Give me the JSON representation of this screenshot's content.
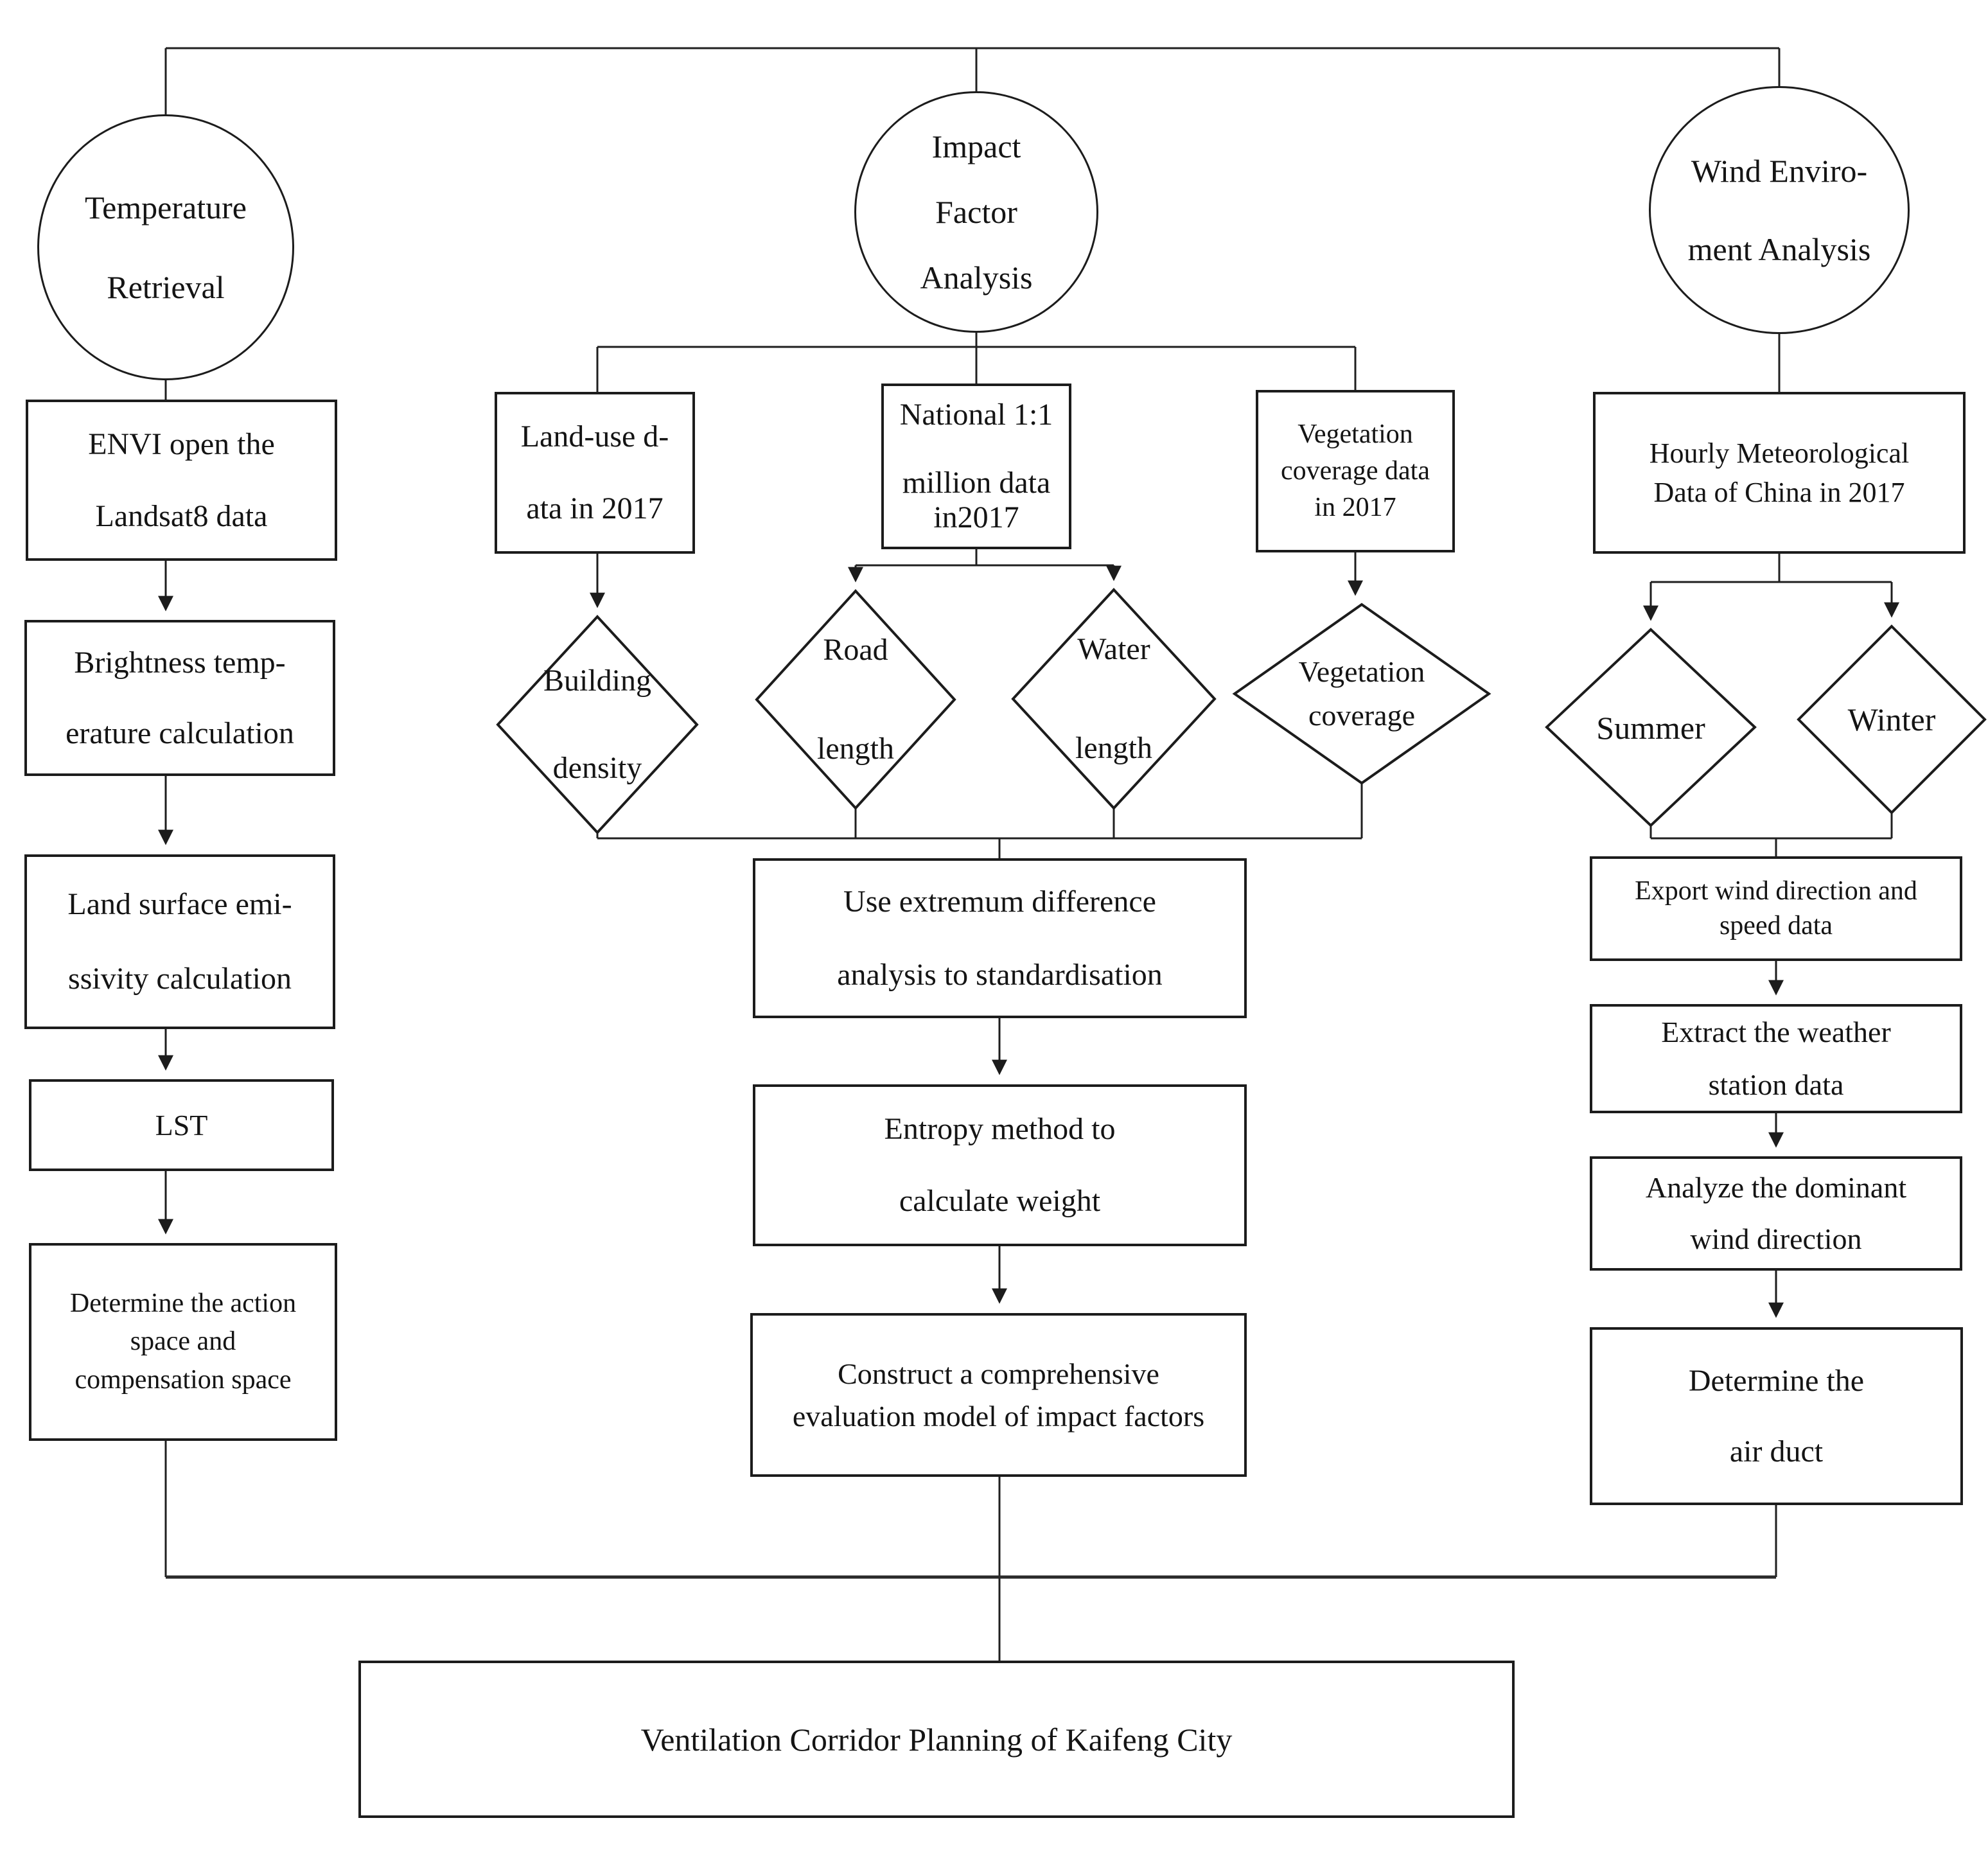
{
  "diagram": {
    "kind": "flowchart",
    "colors": {
      "stroke": "#1c1c1c",
      "background": "#ffffff",
      "text": "#141414"
    },
    "nodes": {
      "temperature_retrieval": {
        "lines": [
          "Temperature",
          "Retrieval"
        ]
      },
      "impact_factor": {
        "lines": [
          "Impact",
          "Factor",
          "Analysis"
        ]
      },
      "wind_environment": {
        "lines": [
          "Wind Enviro-",
          "ment Analysis"
        ]
      },
      "envi": {
        "lines": [
          "ENVI open the",
          "Landsat8 data"
        ]
      },
      "brightness": {
        "lines": [
          "Brightness temp-",
          "erature calculation"
        ]
      },
      "land_surface": {
        "lines": [
          "Land surface emi-",
          "ssivity calculation"
        ]
      },
      "lst": {
        "lines": [
          "LST"
        ]
      },
      "action_space": {
        "lines": [
          "Determine the action",
          "space and",
          "compensation space"
        ]
      },
      "land_use": {
        "lines": [
          "Land-use d-",
          "ata in 2017"
        ]
      },
      "national": {
        "lines": [
          "National 1:1",
          "million data",
          "in2017"
        ]
      },
      "vegetation_data": {
        "lines": [
          "Vegetation",
          "coverage data",
          "in 2017"
        ]
      },
      "hourly": {
        "lines": [
          "Hourly Meteorological",
          "Data of China in 2017"
        ]
      },
      "building_density": {
        "lines": [
          "Building",
          "density"
        ]
      },
      "road_length": {
        "lines": [
          "Road",
          "length"
        ]
      },
      "water_length": {
        "lines": [
          "Water",
          "length"
        ]
      },
      "vegetation_coverage": {
        "lines": [
          "Vegetation",
          "coverage"
        ]
      },
      "summer": {
        "lines": [
          "Summer"
        ]
      },
      "winter": {
        "lines": [
          "Winter"
        ]
      },
      "extremum": {
        "lines": [
          "Use extremum difference",
          "analysis to standardisation"
        ]
      },
      "entropy": {
        "lines": [
          "Entropy method to",
          "calculate weight"
        ]
      },
      "construct": {
        "lines": [
          "Construct a comprehensive",
          "evaluation model of impact factors"
        ]
      },
      "export_wind": {
        "lines": [
          "Export wind direction and",
          "speed data"
        ]
      },
      "extract_station": {
        "lines": [
          "Extract the weather",
          "station data"
        ]
      },
      "analyze_wind": {
        "lines": [
          "Analyze the dominant",
          "wind direction"
        ]
      },
      "air_duct": {
        "lines": [
          "Determine the",
          "air duct"
        ]
      },
      "ventilation": {
        "lines": [
          "Ventilation Corridor Planning of Kaifeng City"
        ]
      }
    }
  }
}
